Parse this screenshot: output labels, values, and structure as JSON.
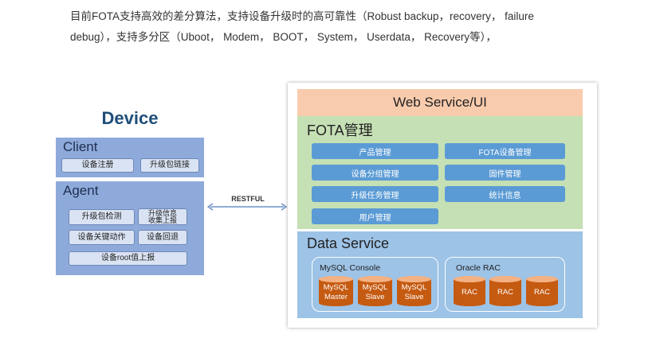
{
  "intro": {
    "line1": "目前FOTA支持高效的差分算法，支持设备升级时的高可靠性（Robust backup，recovery， failure",
    "line2": "debug），支持多分区（Uboot， Modem， BOOT， System， Userdata， Recovery等），"
  },
  "device": {
    "title": "Device",
    "client": {
      "title": "Client",
      "items": [
        "设备注册",
        "升级包链接"
      ]
    },
    "agent": {
      "title": "Agent",
      "items": [
        "升级包检测",
        "升级信息\n收集上报",
        "设备关键动作",
        "设备回退",
        "设备root值上报"
      ]
    }
  },
  "connector": {
    "label": "RESTFUL"
  },
  "server": {
    "web_service": "Web Service/UI",
    "fota": {
      "title": "FOTA管理",
      "left_items": [
        "产品管理",
        "设备分组管理",
        "升级任务管理",
        "用户管理"
      ],
      "right_items": [
        "FOTA设备管理",
        "固件管理",
        "统计信息"
      ]
    },
    "data_service": {
      "title": "Data Service",
      "mysql": {
        "label": "MySQL Console",
        "nodes": [
          "MySQL\nMaster",
          "MySQL\nSlave",
          "MySQL\nSlave"
        ]
      },
      "oracle": {
        "label": "Oracle RAC",
        "nodes": [
          "RAC",
          "RAC",
          "RAC"
        ]
      }
    }
  },
  "colors": {
    "device_blue": "#8eaadb",
    "web_peach": "#f8cbad",
    "fota_green": "#c5e0b4",
    "data_blue": "#9dc3e6",
    "button_blue": "#5b9bd5",
    "db_orange": "#c55a11"
  }
}
